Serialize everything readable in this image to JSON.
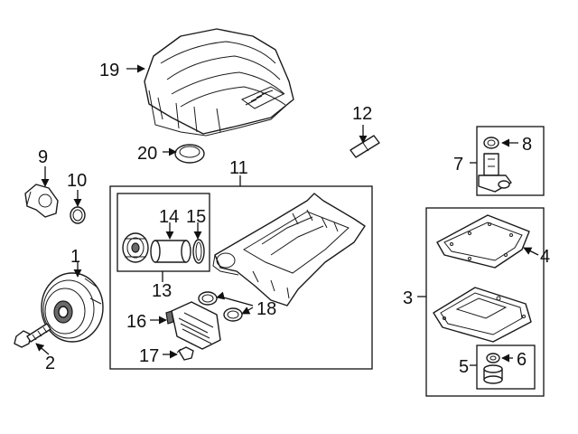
{
  "diagram": {
    "callouts": {
      "c1": "1",
      "c2": "2",
      "c3": "3",
      "c4": "4",
      "c5": "5",
      "c6": "6",
      "c7": "7",
      "c8": "8",
      "c9": "9",
      "c10": "10",
      "c11": "11",
      "c12": "12",
      "c13": "13",
      "c14": "14",
      "c15": "15",
      "c16": "16",
      "c17": "17",
      "c18": "18",
      "c19": "19",
      "c20": "20"
    },
    "colors": {
      "line": "#1a1a1a",
      "background": "#ffffff",
      "shading": "#6a6a6a"
    }
  }
}
